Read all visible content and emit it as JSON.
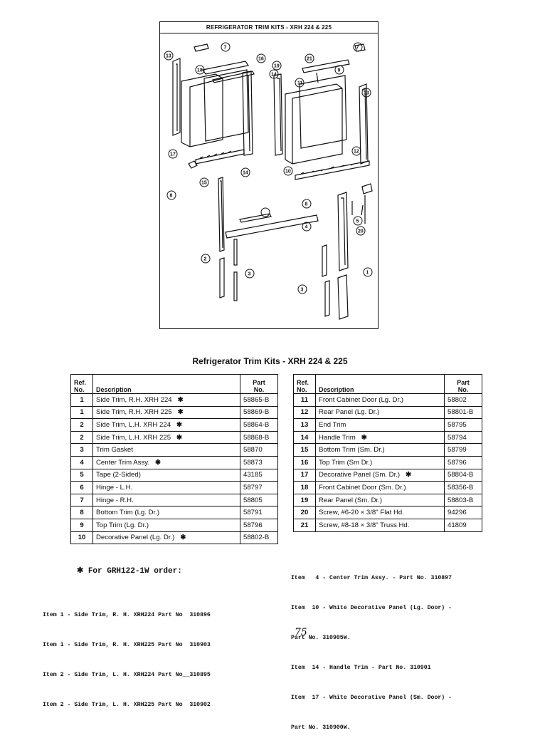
{
  "diagram": {
    "title": "REFRIGERATOR TRIM KITS - XRH 224 & 225",
    "callouts": [
      "1",
      "2",
      "3",
      "3",
      "4",
      "5",
      "6",
      "7",
      "7",
      "8",
      "9",
      "10",
      "11",
      "12",
      "13",
      "13",
      "14",
      "14",
      "15",
      "16",
      "17",
      "18",
      "19",
      "20",
      "21"
    ]
  },
  "tables_title": "Refrigerator Trim Kits - XRH 224 & 225",
  "left_table": {
    "headers": {
      "ref": "Ref.\nNo.",
      "description": "Description",
      "part": "Part\nNo."
    },
    "rows": [
      {
        "ref": "1",
        "description": "Side Trim, R.H. XRH 224",
        "mark": "✱",
        "part": "58865-B"
      },
      {
        "ref": "1",
        "description": "Side Trim, R.H. XRH 225",
        "mark": "✱",
        "part": "58869-B"
      },
      {
        "ref": "2",
        "description": "Side Trim, L.H. XRH 224",
        "mark": "✱",
        "part": "58864-B"
      },
      {
        "ref": "2",
        "description": "Side Trim, L.H. XRH 225",
        "mark": "✱",
        "part": "58868-B"
      },
      {
        "ref": "3",
        "description": "Trim Gasket",
        "mark": "",
        "part": "58870"
      },
      {
        "ref": "4",
        "description": "Center Trim Assy.",
        "mark": "✱",
        "part": "58873"
      },
      {
        "ref": "5",
        "description": "Tape (2-Sided)",
        "mark": "",
        "part": "43185"
      },
      {
        "ref": "6",
        "description": "Hinge - L.H.",
        "mark": "",
        "part": "58797"
      },
      {
        "ref": "7",
        "description": "Hinge - R.H.",
        "mark": "",
        "part": "58805"
      },
      {
        "ref": "8",
        "description": "Bottom Trim (Lg. Dr.)",
        "mark": "",
        "part": "58791"
      },
      {
        "ref": "9",
        "description": "Top Trim (Lg. Dr.)",
        "mark": "",
        "part": "58796"
      },
      {
        "ref": "10",
        "description": "Decorative Panel (Lg. Dr.)",
        "mark": "✱",
        "part": "58802-B"
      }
    ]
  },
  "right_table": {
    "headers": {
      "ref": "Ref.\nNo.",
      "description": "Description",
      "part": "Part\nNo."
    },
    "rows": [
      {
        "ref": "11",
        "description": "Front Cabinet Door (Lg. Dr.)",
        "mark": "",
        "part": "58802"
      },
      {
        "ref": "12",
        "description": "Rear Panel (Lg. Dr.)",
        "mark": "",
        "part": "58801-B"
      },
      {
        "ref": "13",
        "description": "End Trim",
        "mark": "",
        "part": "58795"
      },
      {
        "ref": "14",
        "description": "Handle Trim",
        "mark": "✱",
        "part": "58794"
      },
      {
        "ref": "15",
        "description": "Bottom Trim (Sm. Dr.)",
        "mark": "",
        "part": "58799"
      },
      {
        "ref": "16",
        "description": "Top Trim (Sm Dr.)",
        "mark": "",
        "part": "58796"
      },
      {
        "ref": "17",
        "description": "Decorative Panel (Sm. Dr.)",
        "mark": "✱",
        "part": "58804-B"
      },
      {
        "ref": "18",
        "description": "Front Cabinet Door (Sm. Dr.)",
        "mark": "",
        "part": "58356-B"
      },
      {
        "ref": "19",
        "description": "Rear Panel (Sm. Dr.)",
        "mark": "",
        "part": "58803-B"
      },
      {
        "ref": "20",
        "description": "Screw, #6-20 × 3/8\" Flat Hd.",
        "mark": "",
        "part": "94296"
      },
      {
        "ref": "21",
        "description": "Screw, #8-18 × 3/8\" Truss Hd.",
        "mark": "",
        "part": "41809"
      }
    ]
  },
  "left_note": {
    "heading": "✱ For GRH122-1W order:",
    "lines": [
      "Item 1 - Side Trim, R. H. XRH224 Part No  310896",
      "Item 1 - Side Trim, R. H. XRH225 Part No  310903",
      "Item 2 - Side Trim, L. H. XRH224 Part No__310895",
      "Item 2 - Side Trim, L. H. XRH225 Part No  310902"
    ]
  },
  "right_note": {
    "lines": [
      "Item   4 - Center Trim Assy. - Part No. 310897",
      "Item  10 - White Decorative Panel (Lg. Door) -",
      "Part No. 310905W.",
      "Item  14 - Handle Trim - Part No. 310901",
      "Item  17 - White Decorative Panel (Sm. Door) -",
      "Part No. 310900W."
    ]
  },
  "handwriting": "75"
}
